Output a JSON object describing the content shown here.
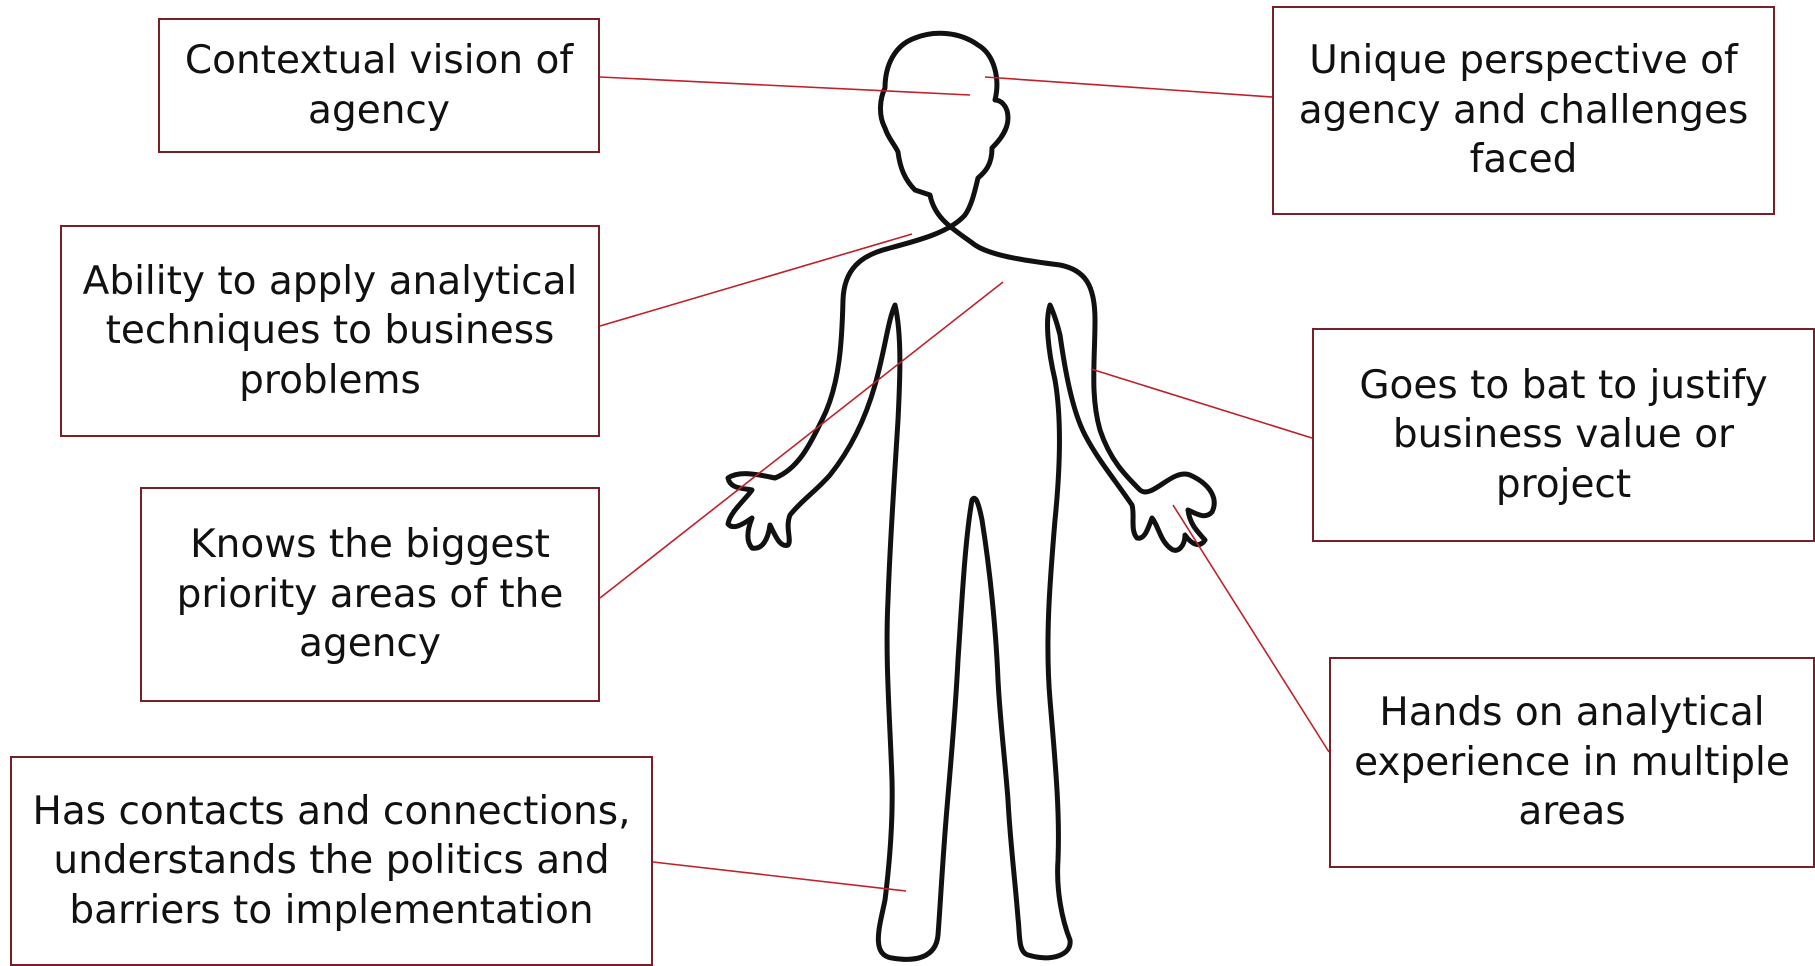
{
  "colors": {
    "box_border": "#7a1f28",
    "leader_line": "#c0202a",
    "figure_outline": "#111111",
    "text": "#111111"
  },
  "figure": {
    "icon": "human-body-outline-icon"
  },
  "callouts": {
    "contextual_vision": [
      "Contextual vision of",
      "agency"
    ],
    "unique_perspective": [
      "Unique perspective of",
      "agency and challenges",
      "faced"
    ],
    "analytical_techniques": [
      "Ability to apply analytical",
      "techniques to business",
      "problems"
    ],
    "business_value": [
      "Goes to bat to justify",
      "business value or",
      "project"
    ],
    "priority_areas": [
      "Knows the biggest",
      "priority areas of the",
      "agency"
    ],
    "hands_on": [
      "Hands on analytical",
      "experience in multiple",
      "areas"
    ],
    "contacts": [
      "Has contacts and connections,",
      "understands the politics and",
      "barriers to implementation"
    ]
  }
}
